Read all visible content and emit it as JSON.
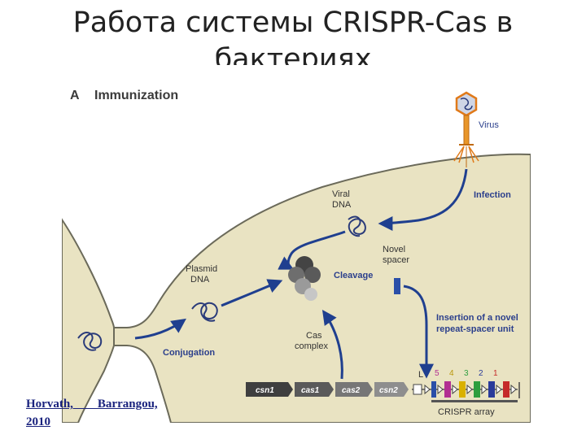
{
  "slide": {
    "title_line1": "Работа системы CRISPR-Cas в",
    "title_line2": "бактериях"
  },
  "figure": {
    "panel_letter": "A",
    "panel_title": "Immunization",
    "labels": {
      "virus": "Virus",
      "infection": "Infection",
      "viral_dna_line1": "Viral",
      "viral_dna_line2": "DNA",
      "novel_spacer_line1": "Novel",
      "novel_spacer_line2": "spacer",
      "plasmid_dna_line1": "Plasmid",
      "plasmid_dna_line2": "DNA",
      "cleavage": "Cleavage",
      "insertion_line1": "Insertion of a novel",
      "insertion_line2": "repeat-spacer unit",
      "cas_complex_line1": "Cas",
      "cas_complex_line2": "complex",
      "conjugation": "Conjugation",
      "crispr_array": "CRISPR array",
      "leader": "L"
    },
    "genes": [
      "csn1",
      "cas1",
      "cas2",
      "csn2"
    ],
    "spacers": [
      "5",
      "4",
      "3",
      "2",
      "1"
    ],
    "colors": {
      "cell": "#e9e3c2",
      "cell_border": "#6b6a5a",
      "arrow": "#1f3f8f",
      "label_blue": "#2b3f8c",
      "spacer_new": "#2a4fa8",
      "spacer_5": "#b22f92",
      "spacer_4": "#d9b100",
      "spacer_3": "#2e9e3f",
      "spacer_2": "#2a3b9a",
      "spacer_1": "#c52a2a",
      "gene": "#4a4a4a"
    }
  },
  "citation": {
    "authors": "Horvath,        Barrangou,",
    "year": "2010"
  }
}
